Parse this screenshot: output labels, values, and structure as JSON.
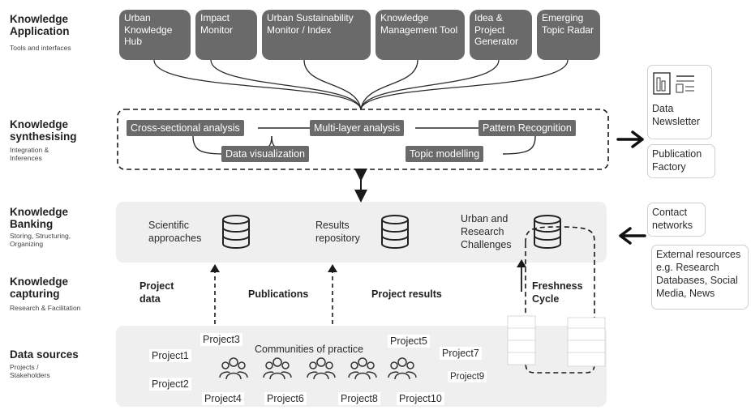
{
  "layers": [
    {
      "title": "Knowledge Application",
      "subtitle": "Tools and interfaces"
    },
    {
      "title": "Knowledge synthesising",
      "subtitle": "Integration & Inferences"
    },
    {
      "title": "Knowledge Banking",
      "subtitle": "Storing, Structuring, Organizing"
    },
    {
      "title": "Knowledge capturing",
      "subtitle": "Research & Facilitation"
    },
    {
      "title": "Data sources",
      "subtitle": "Projects / Stakeholders"
    }
  ],
  "tools": [
    "Urban Knowledge Hub",
    "Impact Monitor",
    "Urban Sustainability Monitor / Index",
    "Knowledge Management Tool",
    "Idea & Project Generator",
    "Emerging Topic Radar"
  ],
  "synthesis": {
    "cross_sectional": "Cross-sectional analysis",
    "multi_layer": "Multi-layer analysis",
    "pattern": "Pattern Recognition",
    "visualization": "Data visualization",
    "topic_modelling": "Topic modelling"
  },
  "banking": {
    "scientific": "Scientific approaches",
    "results": "Results repository",
    "urban": "Urban and Research Challenges"
  },
  "capturing": {
    "project_data": "Project data",
    "publications": "Publications",
    "project_results": "Project results",
    "freshness": "Freshness Cycle"
  },
  "sources": {
    "communities": "Communities of practice",
    "projects": [
      "Project1",
      "Project2",
      "Project3",
      "Project4",
      "Project5",
      "Project6",
      "Project7",
      "Project8",
      "Project9",
      "Project10"
    ]
  },
  "outputs": {
    "data_newsletter": "Data Newsletter",
    "publication_factory": "Publication Factory"
  },
  "inputs": {
    "contact_networks": "Contact networks",
    "external_resources": "External resources e.g. Research Databases, Social Media, News"
  }
}
